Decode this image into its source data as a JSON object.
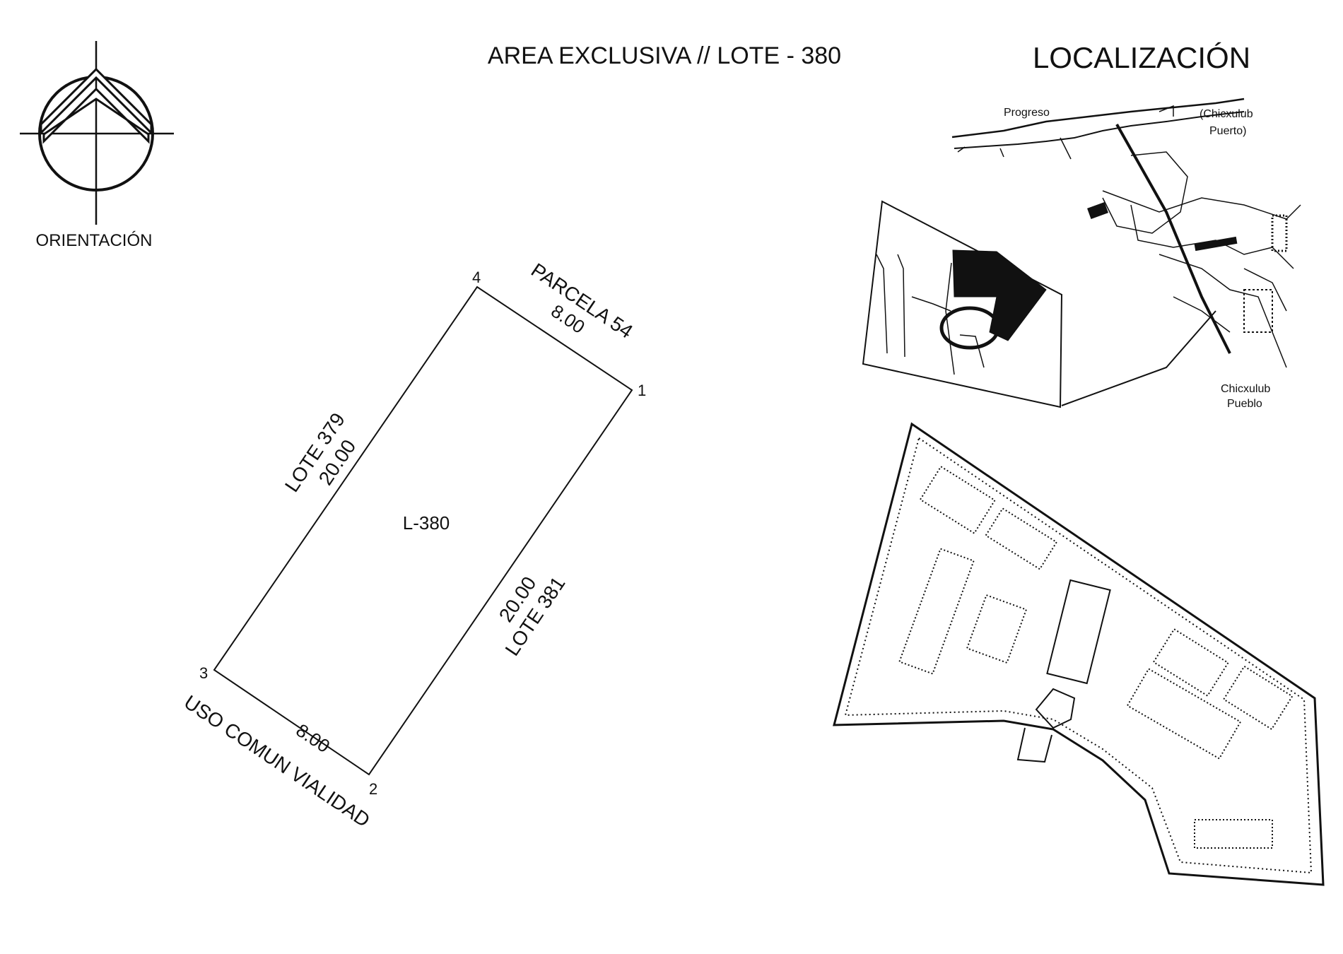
{
  "header": {
    "title": "AREA EXCLUSIVA // LOTE - 380",
    "location_title": "LOCALIZACIÓN"
  },
  "compass": {
    "label": "ORIENTACIÓN",
    "icon": "north-arrow-icon"
  },
  "lot": {
    "id_label": "L-380",
    "vertices": [
      "1",
      "2",
      "3",
      "4"
    ],
    "sides": {
      "north": {
        "neighbor": "PARCELA 54",
        "length": "8.00"
      },
      "west": {
        "neighbor": "LOTE 379",
        "length": "20.00"
      },
      "east": {
        "neighbor": "LOTE 381",
        "length": "20.00"
      },
      "south": {
        "neighbor": "USO COMUN VIALIDAD",
        "length": "8.00"
      }
    }
  },
  "location_map": {
    "places": {
      "progreso": "Progreso",
      "chicxulub_puerto_1": "(Chicxulub",
      "chicxulub_puerto_2": "Puerto)",
      "chicxulub_pueblo_1": "Chicxulub",
      "chicxulub_pueblo_2": "Pueblo"
    }
  },
  "colors": {
    "ink": "#111111",
    "paper": "#ffffff"
  }
}
